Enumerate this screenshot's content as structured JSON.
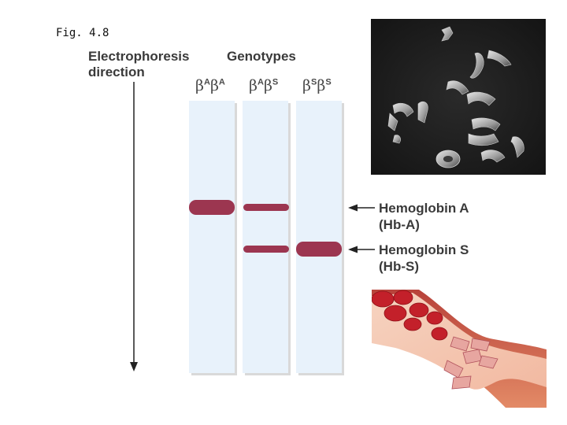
{
  "figure": {
    "label": "Fig. 4.8"
  },
  "headers": {
    "direction_line1": "Electrophoresis",
    "direction_line2": "direction",
    "genotypes": "Genotypes"
  },
  "lanes": [
    {
      "genotype_html": "β<sup>A</sup>β<sup>A</sup>",
      "bands": [
        "Hb-A"
      ]
    },
    {
      "genotype_html": "β<sup>A</sup>β<sup>S</sup>",
      "bands": [
        "Hb-A",
        "Hb-S"
      ]
    },
    {
      "genotype_html": "β<sup>S</sup>β<sup>S</sup>",
      "bands": [
        "Hb-S"
      ]
    }
  ],
  "band_labels": {
    "hba_line1": "Hemoglobin A",
    "hba_line2": "(Hb-A)",
    "hbs_line1": "Hemoglobin S",
    "hbs_line2": "(Hb-S)"
  },
  "colors": {
    "band": "#9c3650",
    "lane": "#e8f2fb",
    "text": "#3a3a3a"
  },
  "images": {
    "micrograph": "sickle-cells-micrograph",
    "vessel": "blocked-blood-vessel-illustration"
  }
}
